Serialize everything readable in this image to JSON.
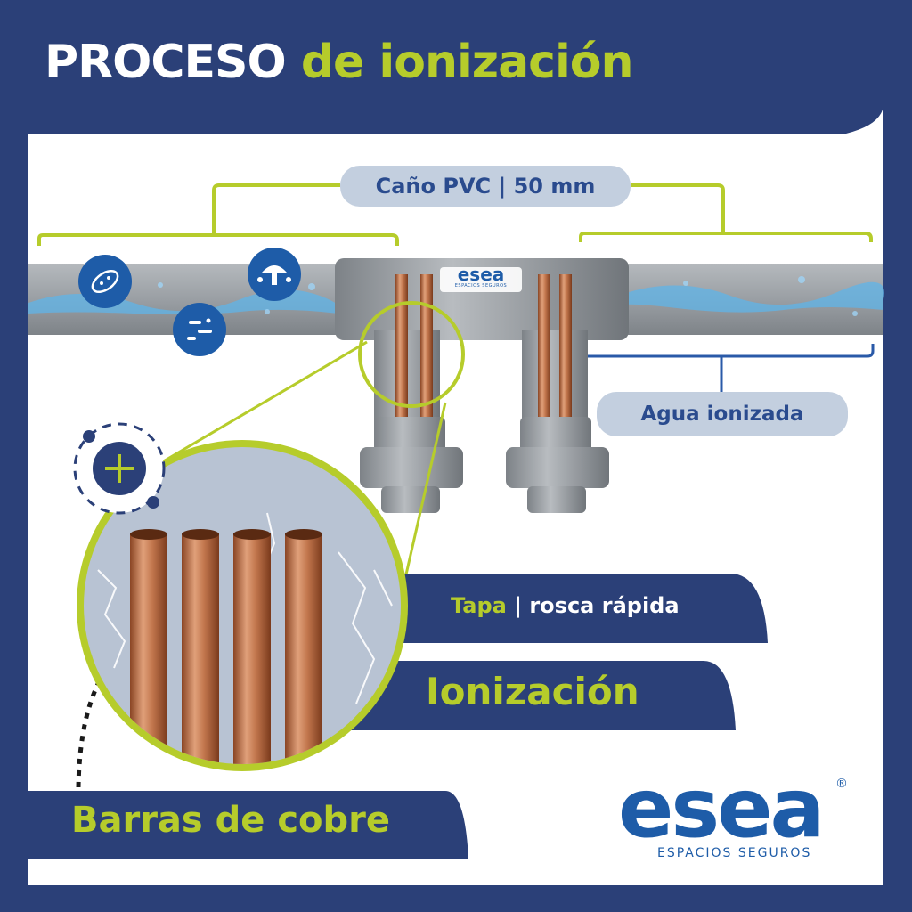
{
  "title": {
    "part1": "PROCESO",
    "part2": "de ionización"
  },
  "labels": {
    "pipe": "Caño PVC | 50 mm",
    "water": "Agua ionizada",
    "cap_part1": "Tapa",
    "cap_sep": " | ",
    "cap_part2": "rosca rápida",
    "ionization": "Ionización",
    "bars": "Barras de cobre"
  },
  "fitting_logo": {
    "word": "esea",
    "sub": "ESPACIOS SEGUROS"
  },
  "brand": {
    "word": "esea",
    "registered": "®",
    "tagline": "ESPACIOS SEGUROS"
  },
  "icons": [
    "bacteria-icon",
    "fungus-icon",
    "particles-icon",
    "plus-icon"
  ],
  "colors": {
    "navy": "#2b4078",
    "lime": "#b6cc2b",
    "brand_blue": "#1e5ca8",
    "pill_bg": "#c3cfdf",
    "copper": "#c2764d"
  }
}
